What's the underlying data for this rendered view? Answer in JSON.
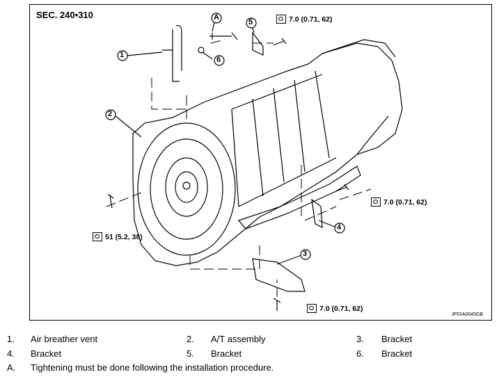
{
  "figure": {
    "section": "SEC. 240•310",
    "code": "JPDIA0645GB",
    "callouts": [
      "1",
      "2",
      "3",
      "4",
      "5",
      "6",
      "A"
    ],
    "torques": [
      "7.0 (0.71, 62)",
      "7.0 (0.71, 62)",
      "51 (5.2, 38)",
      "7.0 (0.71, 62)"
    ],
    "icon": "torque-wrench-icon"
  },
  "legend": [
    {
      "num": "1.",
      "text": "Air breather vent"
    },
    {
      "num": "2.",
      "text": "A/T assembly"
    },
    {
      "num": "3.",
      "text": "Bracket"
    },
    {
      "num": "4.",
      "text": "Bracket"
    },
    {
      "num": "5.",
      "text": "Bracket"
    },
    {
      "num": "6.",
      "text": "Bracket"
    },
    {
      "num": "A.",
      "text": "Tightening must be done following the installation procedure."
    }
  ]
}
